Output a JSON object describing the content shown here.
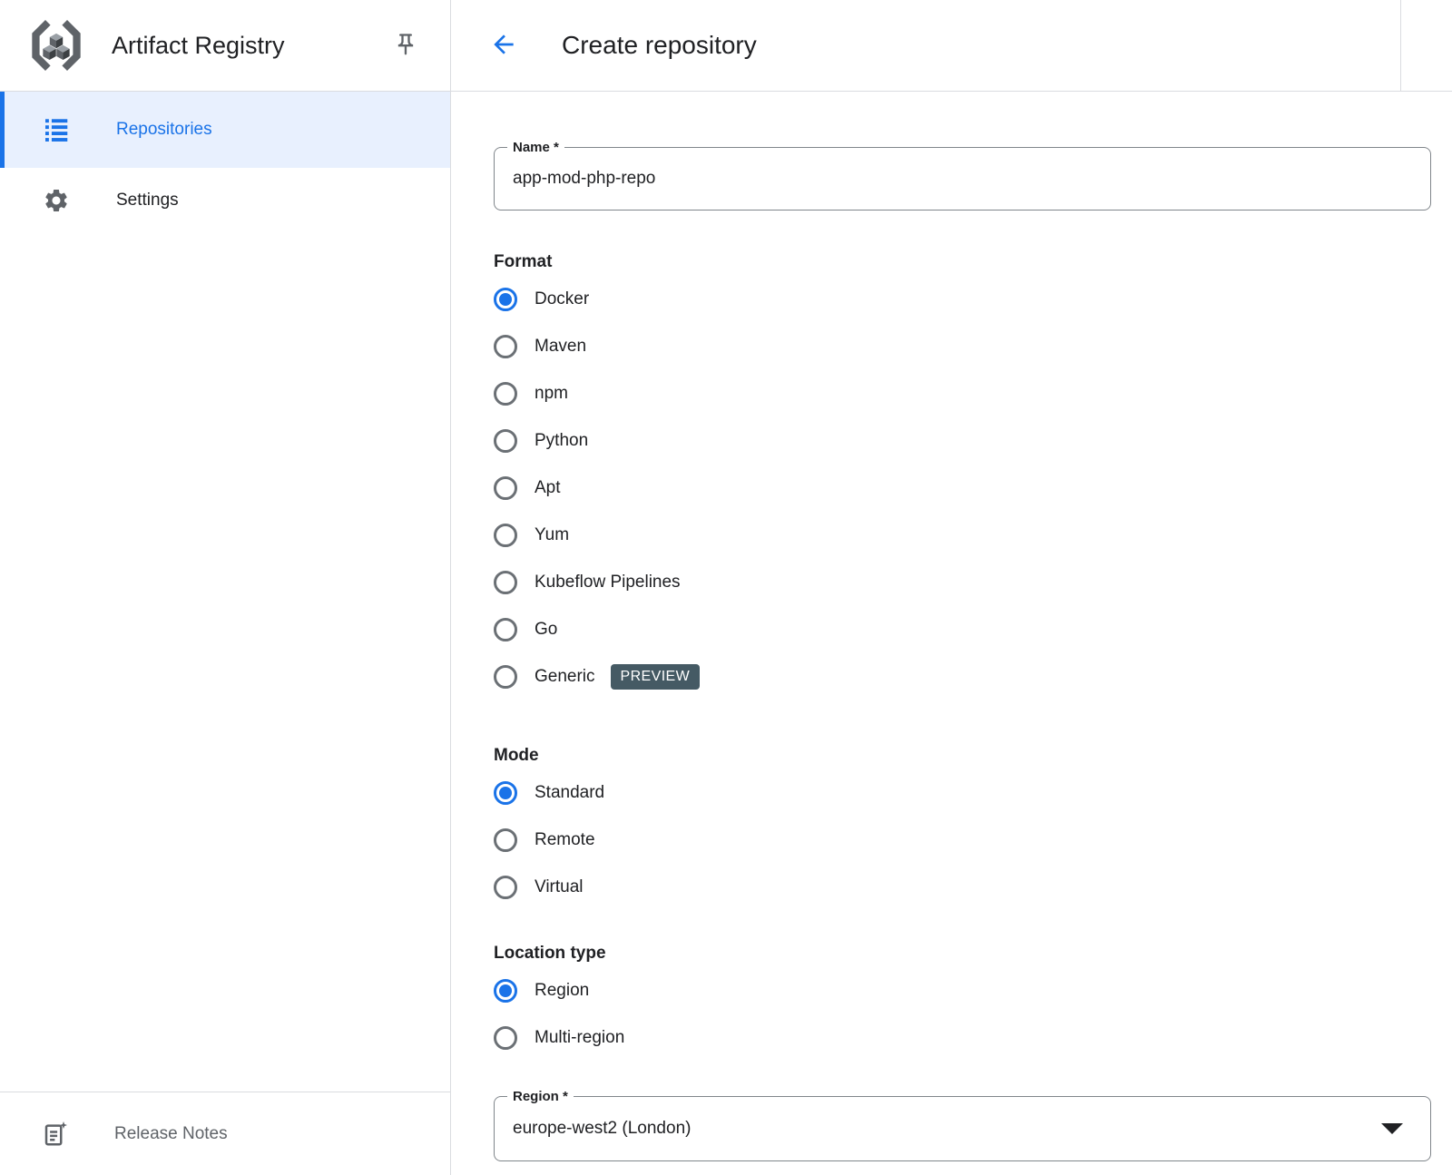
{
  "colors": {
    "accent_blue": "#1a73e8",
    "selected_item_bg": "#e8f0fe",
    "preview_badge_bg": "#455a64",
    "text_primary": "#202124",
    "text_secondary": "#5f6368",
    "divider": "#dadce0",
    "field_outline": "#80868b"
  },
  "sidebar": {
    "title": "Artifact Registry",
    "items": [
      {
        "label": "Repositories",
        "selected": true
      },
      {
        "label": "Settings",
        "selected": false
      }
    ],
    "footer_label": "Release Notes"
  },
  "header": {
    "title": "Create repository"
  },
  "form": {
    "name": {
      "label": "Name *",
      "value": "app-mod-php-repo"
    },
    "format": {
      "label": "Format",
      "options": [
        {
          "label": "Docker",
          "selected": true
        },
        {
          "label": "Maven"
        },
        {
          "label": "npm"
        },
        {
          "label": "Python"
        },
        {
          "label": "Apt"
        },
        {
          "label": "Yum"
        },
        {
          "label": "Kubeflow Pipelines"
        },
        {
          "label": "Go"
        },
        {
          "label": "Generic",
          "badge": "PREVIEW"
        }
      ]
    },
    "mode": {
      "label": "Mode",
      "options": [
        {
          "label": "Standard",
          "selected": true
        },
        {
          "label": "Remote"
        },
        {
          "label": "Virtual"
        }
      ]
    },
    "location_type": {
      "label": "Location type",
      "options": [
        {
          "label": "Region",
          "selected": true
        },
        {
          "label": "Multi-region"
        }
      ]
    },
    "region": {
      "label": "Region *",
      "value": "europe-west2 (London)"
    }
  }
}
